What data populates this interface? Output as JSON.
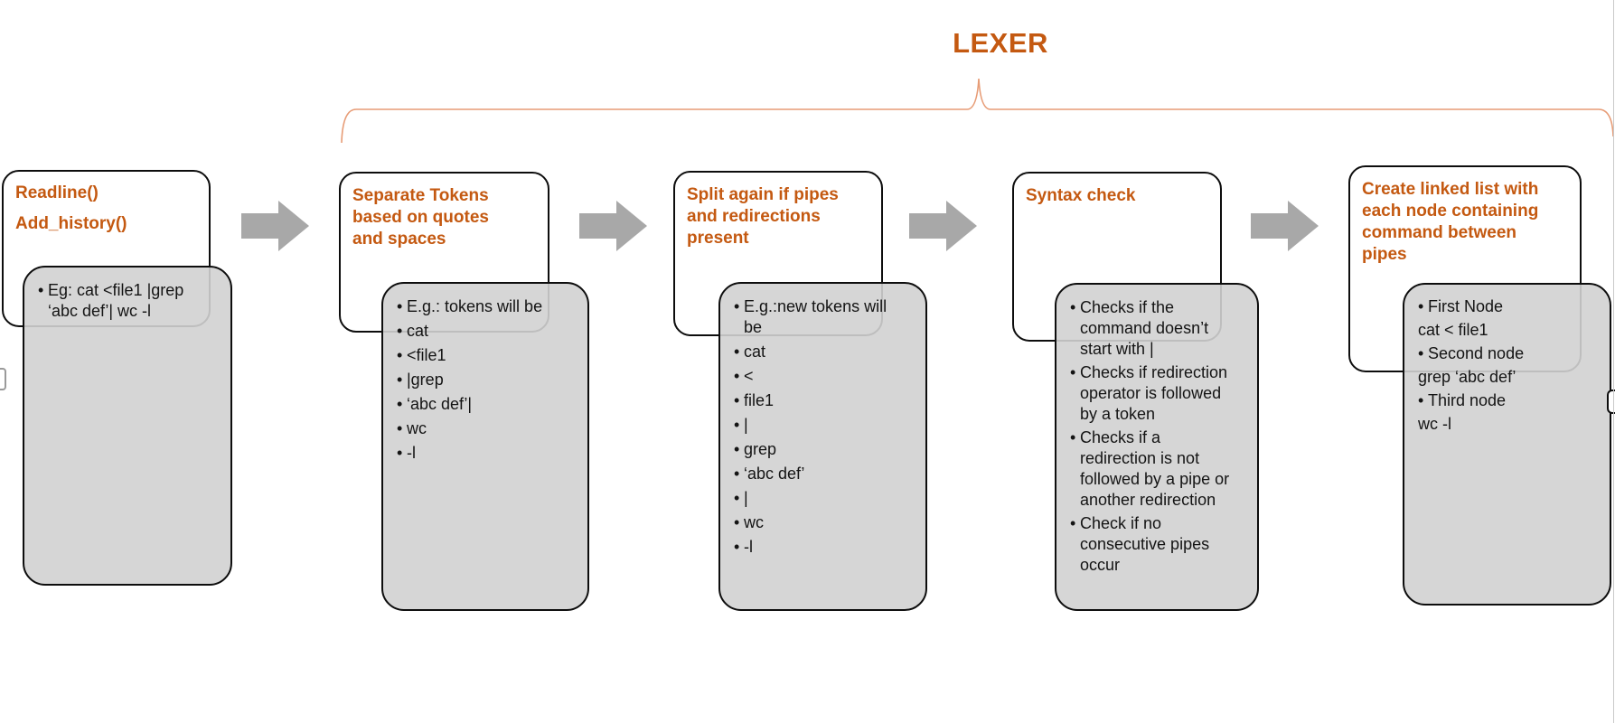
{
  "title": {
    "text": "LEXER"
  },
  "colors": {
    "accent": "#C45911",
    "brace": "#E79C76",
    "arrow": "#A8A8A8",
    "box_fill": "#D5D5D5",
    "border": "#0D0D0D"
  },
  "steps": [
    {
      "title": "Readline()\nAdd_history()",
      "items": [
        {
          "bullet": true,
          "text": "Eg: cat <file1 |grep\n‘abc def’| wc -l"
        }
      ]
    },
    {
      "title": "Separate Tokens\nbased on quotes\nand spaces",
      "items": [
        {
          "bullet": true,
          "text": "E.g.: tokens will be"
        },
        {
          "bullet": true,
          "text": "cat"
        },
        {
          "bullet": true,
          "text": "<file1"
        },
        {
          "bullet": true,
          "text": "|grep"
        },
        {
          "bullet": true,
          "text": "‘abc def’|"
        },
        {
          "bullet": true,
          "text": "wc"
        },
        {
          "bullet": true,
          "text": "-l"
        }
      ]
    },
    {
      "title": "Split again if pipes\nand redirections\npresent",
      "items": [
        {
          "bullet": true,
          "text": "E.g.:new tokens will\nbe"
        },
        {
          "bullet": true,
          "text": "cat"
        },
        {
          "bullet": true,
          "text": "<"
        },
        {
          "bullet": true,
          "text": "file1"
        },
        {
          "bullet": true,
          "text": "|"
        },
        {
          "bullet": true,
          "text": "grep"
        },
        {
          "bullet": true,
          "text": "‘abc def’"
        },
        {
          "bullet": true,
          "text": "|"
        },
        {
          "bullet": true,
          "text": "wc"
        },
        {
          "bullet": true,
          "text": "-l"
        }
      ]
    },
    {
      "title": "Syntax check",
      "items": [
        {
          "bullet": true,
          "text": "Checks if the\ncommand doesn’t\nstart with |"
        },
        {
          "bullet": true,
          "text": "Checks if redirection\noperator is followed\nby a token"
        },
        {
          "bullet": true,
          "text": "Checks if a\nredirection is not\nfollowed by a pipe or\nanother redirection"
        },
        {
          "bullet": true,
          "text": "Check if no\nconsecutive pipes\noccur"
        }
      ]
    },
    {
      "title": "Create linked list with\neach node containing\ncommand between\npipes",
      "items": [
        {
          "bullet": true,
          "text": "First Node"
        },
        {
          "bullet": false,
          "text": "cat < file1"
        },
        {
          "bullet": true,
          "text": "Second node"
        },
        {
          "bullet": false,
          "text": "grep ‘abc def’"
        },
        {
          "bullet": true,
          "text": "Third node"
        },
        {
          "bullet": false,
          "text": "wc -l"
        }
      ]
    }
  ]
}
